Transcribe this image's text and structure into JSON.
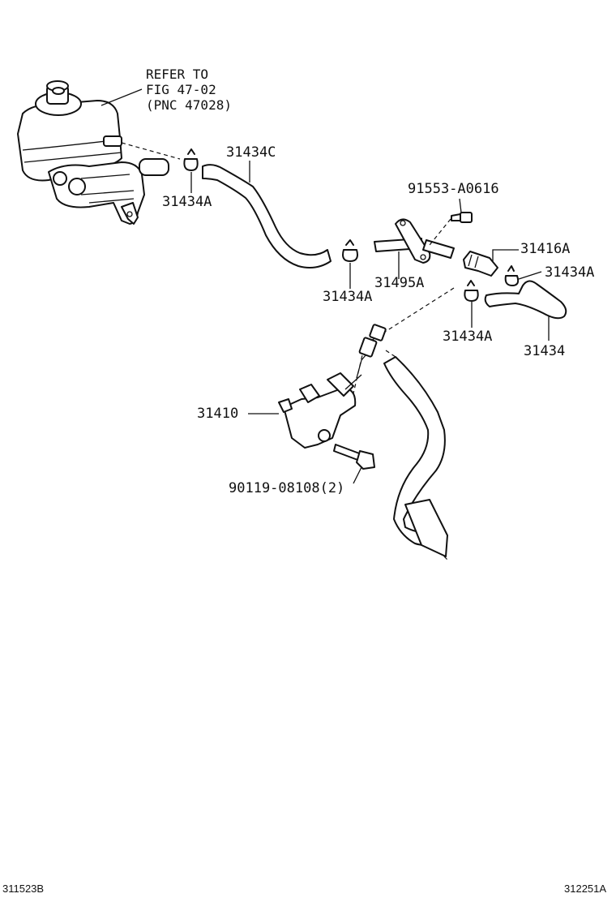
{
  "reference_note": {
    "line1": "REFER TO",
    "line2": "FIG 47-02",
    "line3": "(PNC 47028)"
  },
  "part_labels": {
    "hose_upper": "31434C",
    "clip_reservoir": "31434A",
    "bolt_bracket": "91553-A0616",
    "union_pipe": "31416A",
    "clip_right": "31434A",
    "pipe_bracket": "31495A",
    "clip_middle": "31434A",
    "clip_lower_right": "31434A",
    "hose_lower": "31434",
    "master_cylinder": "31410",
    "bolt_cylinder": "90119-08108(2)"
  },
  "footer": {
    "left_code": "311523B",
    "right_code": "312251A"
  }
}
